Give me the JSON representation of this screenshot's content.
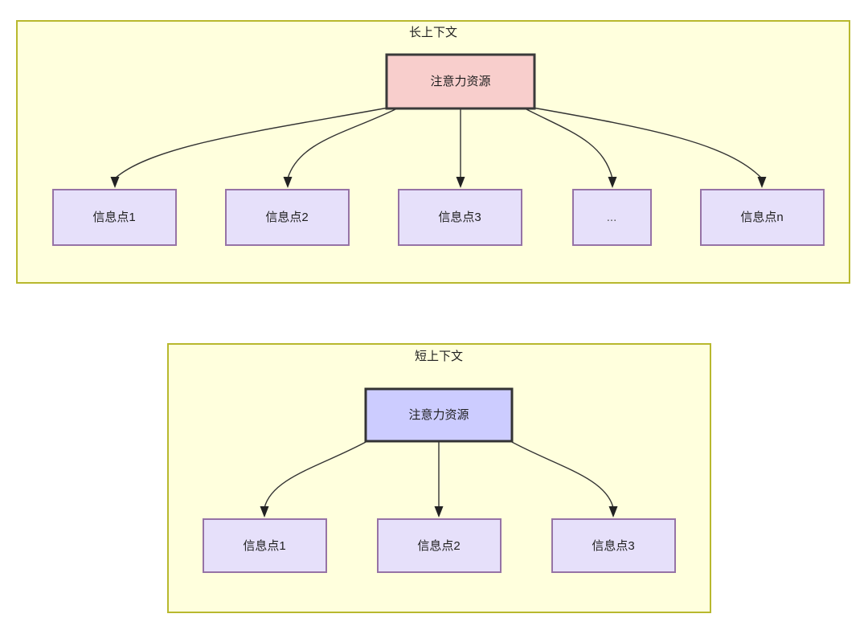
{
  "diagram": {
    "type": "hierarchy-comparison",
    "background_color": "#ffffff",
    "panel_fill": "#ffffdd",
    "panel_border": "#b8b82e",
    "panels": [
      {
        "id": "long-context",
        "title": "长上下文",
        "root": {
          "label": "注意力资源",
          "fill": "#f8cecc",
          "border": "#3a3a3a"
        },
        "children": [
          {
            "label": "信息点1",
            "fill": "#e6e0fa",
            "border": "#9673a6"
          },
          {
            "label": "信息点2",
            "fill": "#e6e0fa",
            "border": "#9673a6"
          },
          {
            "label": "信息点3",
            "fill": "#e6e0fa",
            "border": "#9673a6"
          },
          {
            "label": "...",
            "fill": "#e6e0fa",
            "border": "#9673a6"
          },
          {
            "label": "信息点n",
            "fill": "#e6e0fa",
            "border": "#9673a6"
          }
        ]
      },
      {
        "id": "short-context",
        "title": "短上下文",
        "root": {
          "label": "注意力资源",
          "fill": "#ccccff",
          "border": "#333333"
        },
        "children": [
          {
            "label": "信息点1",
            "fill": "#e6e0fa",
            "border": "#9673a6"
          },
          {
            "label": "信息点2",
            "fill": "#e6e0fa",
            "border": "#9673a6"
          },
          {
            "label": "信息点3",
            "fill": "#e6e0fa",
            "border": "#9673a6"
          }
        ]
      }
    ]
  }
}
